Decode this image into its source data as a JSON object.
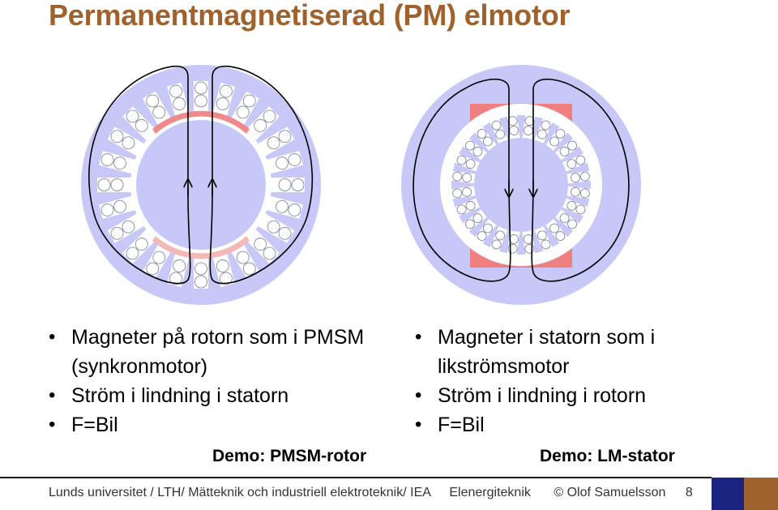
{
  "title": "Permanentmagnetiserad (PM) elmotor",
  "left": {
    "bullets": [
      "Magneter på rotorn som i PMSM (synkronmotor)",
      "Ström i lindning i statorn",
      "F=Bil"
    ],
    "demo": "Demo: PMSM-rotor"
  },
  "right": {
    "bullets": [
      "Magneter i statorn som i likströmsmotor",
      "Ström i lindning i rotorn",
      "F=Bil"
    ],
    "demo": "Demo: LM-stator"
  },
  "footer": {
    "org": "Lunds universitet / LTH/ Mätteknik och industriell elektroteknik/ IEA",
    "course": "Elenergiteknik",
    "author": "© Olof Samuelsson",
    "page": "8"
  },
  "colors": {
    "title": "#a0622c",
    "iron": "#c8c8f8",
    "magnet": "#f08080",
    "footer_square_1": "#1a237e",
    "footer_square_2": "#a0622c"
  }
}
